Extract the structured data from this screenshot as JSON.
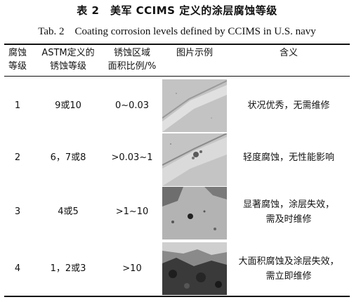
{
  "table": {
    "title_cn": "表 2　美军 CCIMS 定义的涂层腐蚀等级",
    "title_en": "Tab. 2　Coating corrosion levels defined by CCIMS in U.S. navy",
    "headers": {
      "level": [
        "腐蚀",
        "等级"
      ],
      "astm": [
        "ASTM定义的",
        "锈蚀等级"
      ],
      "ratio": [
        "锈蚀区域",
        "面积比例/%"
      ],
      "image": "图片示例",
      "meaning": "含义"
    },
    "rows": [
      {
        "level": "1",
        "astm": "9或10",
        "ratio": "0~0.03",
        "meaning": [
          "状况优秀，无需维修"
        ]
      },
      {
        "level": "2",
        "astm": "6，7或8",
        "ratio": ">0.03~1",
        "meaning": [
          "轻度腐蚀，无性能影响"
        ]
      },
      {
        "level": "3",
        "astm": "4或5",
        "ratio": ">1~10",
        "meaning": [
          "显著腐蚀，涂层失效，",
          "需及时维修"
        ]
      },
      {
        "level": "4",
        "astm": "1，2或3",
        "ratio": ">10",
        "meaning": [
          "大面积腐蚀及涂层失效，",
          "需立即维修"
        ]
      }
    ]
  }
}
